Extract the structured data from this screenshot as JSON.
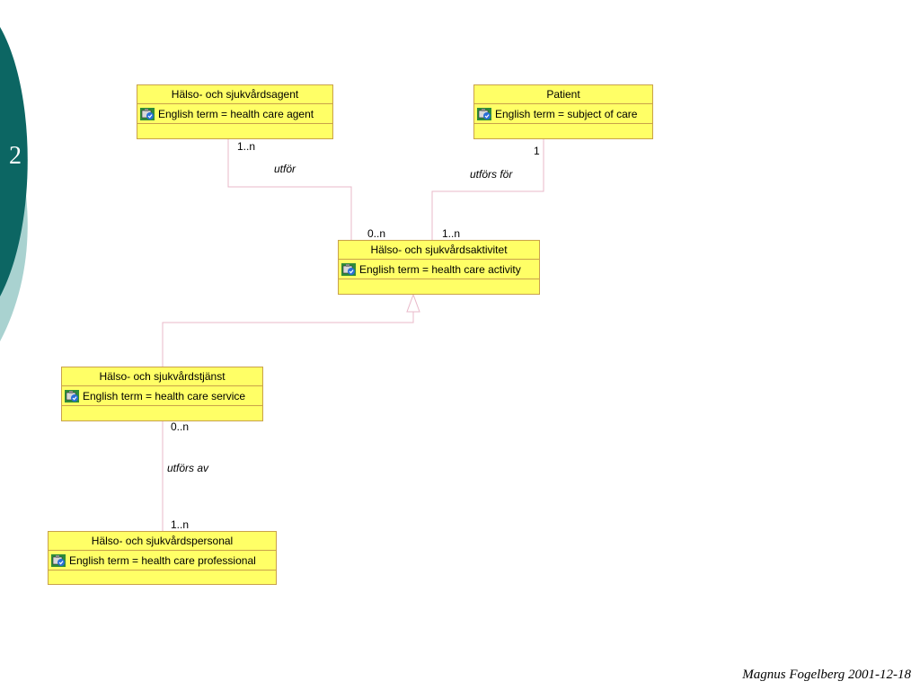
{
  "slide_number": "2",
  "footer": "Magnus Fogelberg 2001-12-18",
  "theme": {
    "teal": "#0c6663",
    "light_teal": "#a9d2d0",
    "class_fill": "#ffff66",
    "class_border": "#c9a24a",
    "line": "#e8b8c8"
  },
  "classes": {
    "agent": {
      "name": "Hälso- och sjukvårdsagent",
      "attribute": "English term = health care agent",
      "icon": "attribute-icon"
    },
    "patient": {
      "name": "Patient",
      "attribute": "English term = subject of care",
      "icon": "attribute-icon"
    },
    "activity": {
      "name": "Hälso- och sjukvårdsaktivitet",
      "attribute": "English term = health care activity",
      "icon": "attribute-icon"
    },
    "service": {
      "name": "Hälso- och sjukvårdstjänst",
      "attribute": "English term = health care service",
      "icon": "attribute-icon"
    },
    "personnel": {
      "name": "Hälso- och sjukvårdspersonal",
      "attribute": "English term = health care professional",
      "icon": "attribute-icon"
    }
  },
  "associations": {
    "agent_activity": {
      "role": "utför",
      "agent_multiplicity": "1..n",
      "activity_multiplicity": "0..n"
    },
    "patient_activity": {
      "role": "utförs för",
      "patient_multiplicity": "1",
      "activity_multiplicity": "1..n"
    },
    "service_personnel": {
      "role": "utförs av",
      "service_multiplicity": "0..n",
      "personnel_multiplicity": "1..n"
    }
  }
}
